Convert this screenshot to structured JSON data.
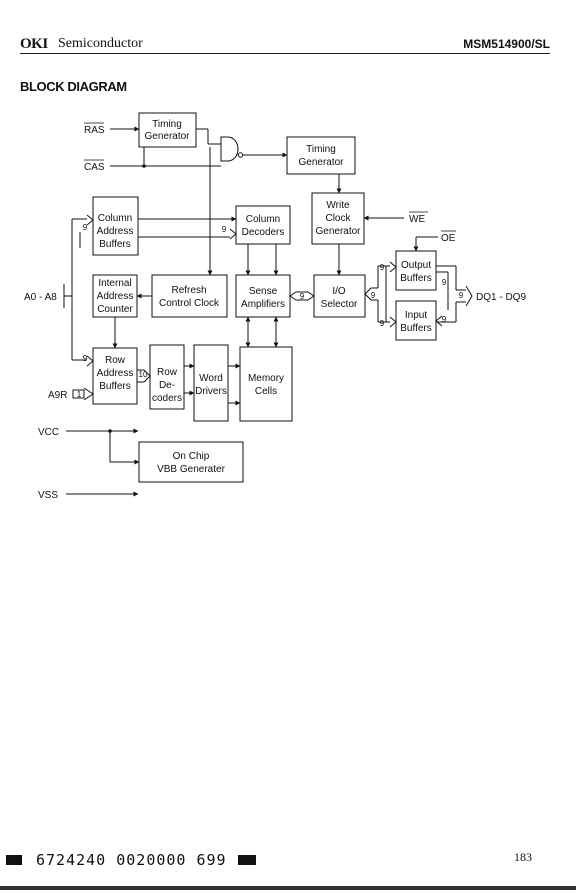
{
  "header": {
    "logo": "OKI",
    "company": "Semiconductor",
    "part_number": "MSM514900/SL"
  },
  "title": "BLOCK DIAGRAM",
  "signals": {
    "ras": "RAS",
    "cas": "CAS",
    "we": "WE",
    "oe": "OE",
    "address": "A0 - A8",
    "a9r": "A9R",
    "vcc": "VCC",
    "vss": "VSS",
    "dq": "DQ1 - DQ9"
  },
  "blocks": {
    "timing_gen_1": [
      "Timing",
      "Generator"
    ],
    "timing_gen_2": [
      "Timing",
      "Generator"
    ],
    "col_addr_buf": [
      "Column",
      "Address",
      "Buffers"
    ],
    "col_decoders": [
      "Column",
      "Decoders"
    ],
    "write_clock": [
      "Write",
      "Clock",
      "Generator"
    ],
    "internal_counter": [
      "Internal",
      "Address",
      "Counter"
    ],
    "refresh_clock": [
      "Refresh",
      "Control Clock"
    ],
    "sense_amps": [
      "Sense",
      "Amplifiers"
    ],
    "io_selector": [
      "I/O",
      "Selector"
    ],
    "output_buffers": [
      "Output",
      "Buffers"
    ],
    "input_buffers": [
      "Input",
      "Buffers"
    ],
    "row_addr_buf": [
      "Row",
      "Address",
      "Buffers"
    ],
    "row_decoders": [
      "Row",
      "De-",
      "coders"
    ],
    "word_drivers": [
      "Word",
      "Drivers"
    ],
    "memory_cells": [
      "Memory",
      "Cells"
    ],
    "vbb_gen": [
      "On Chip",
      "VBB Generater"
    ]
  },
  "bus_widths": {
    "w9": "9",
    "w10": "10",
    "w1": "1"
  },
  "footer": {
    "barcode_text": "6724240 0020000 699",
    "page_number": "183"
  }
}
